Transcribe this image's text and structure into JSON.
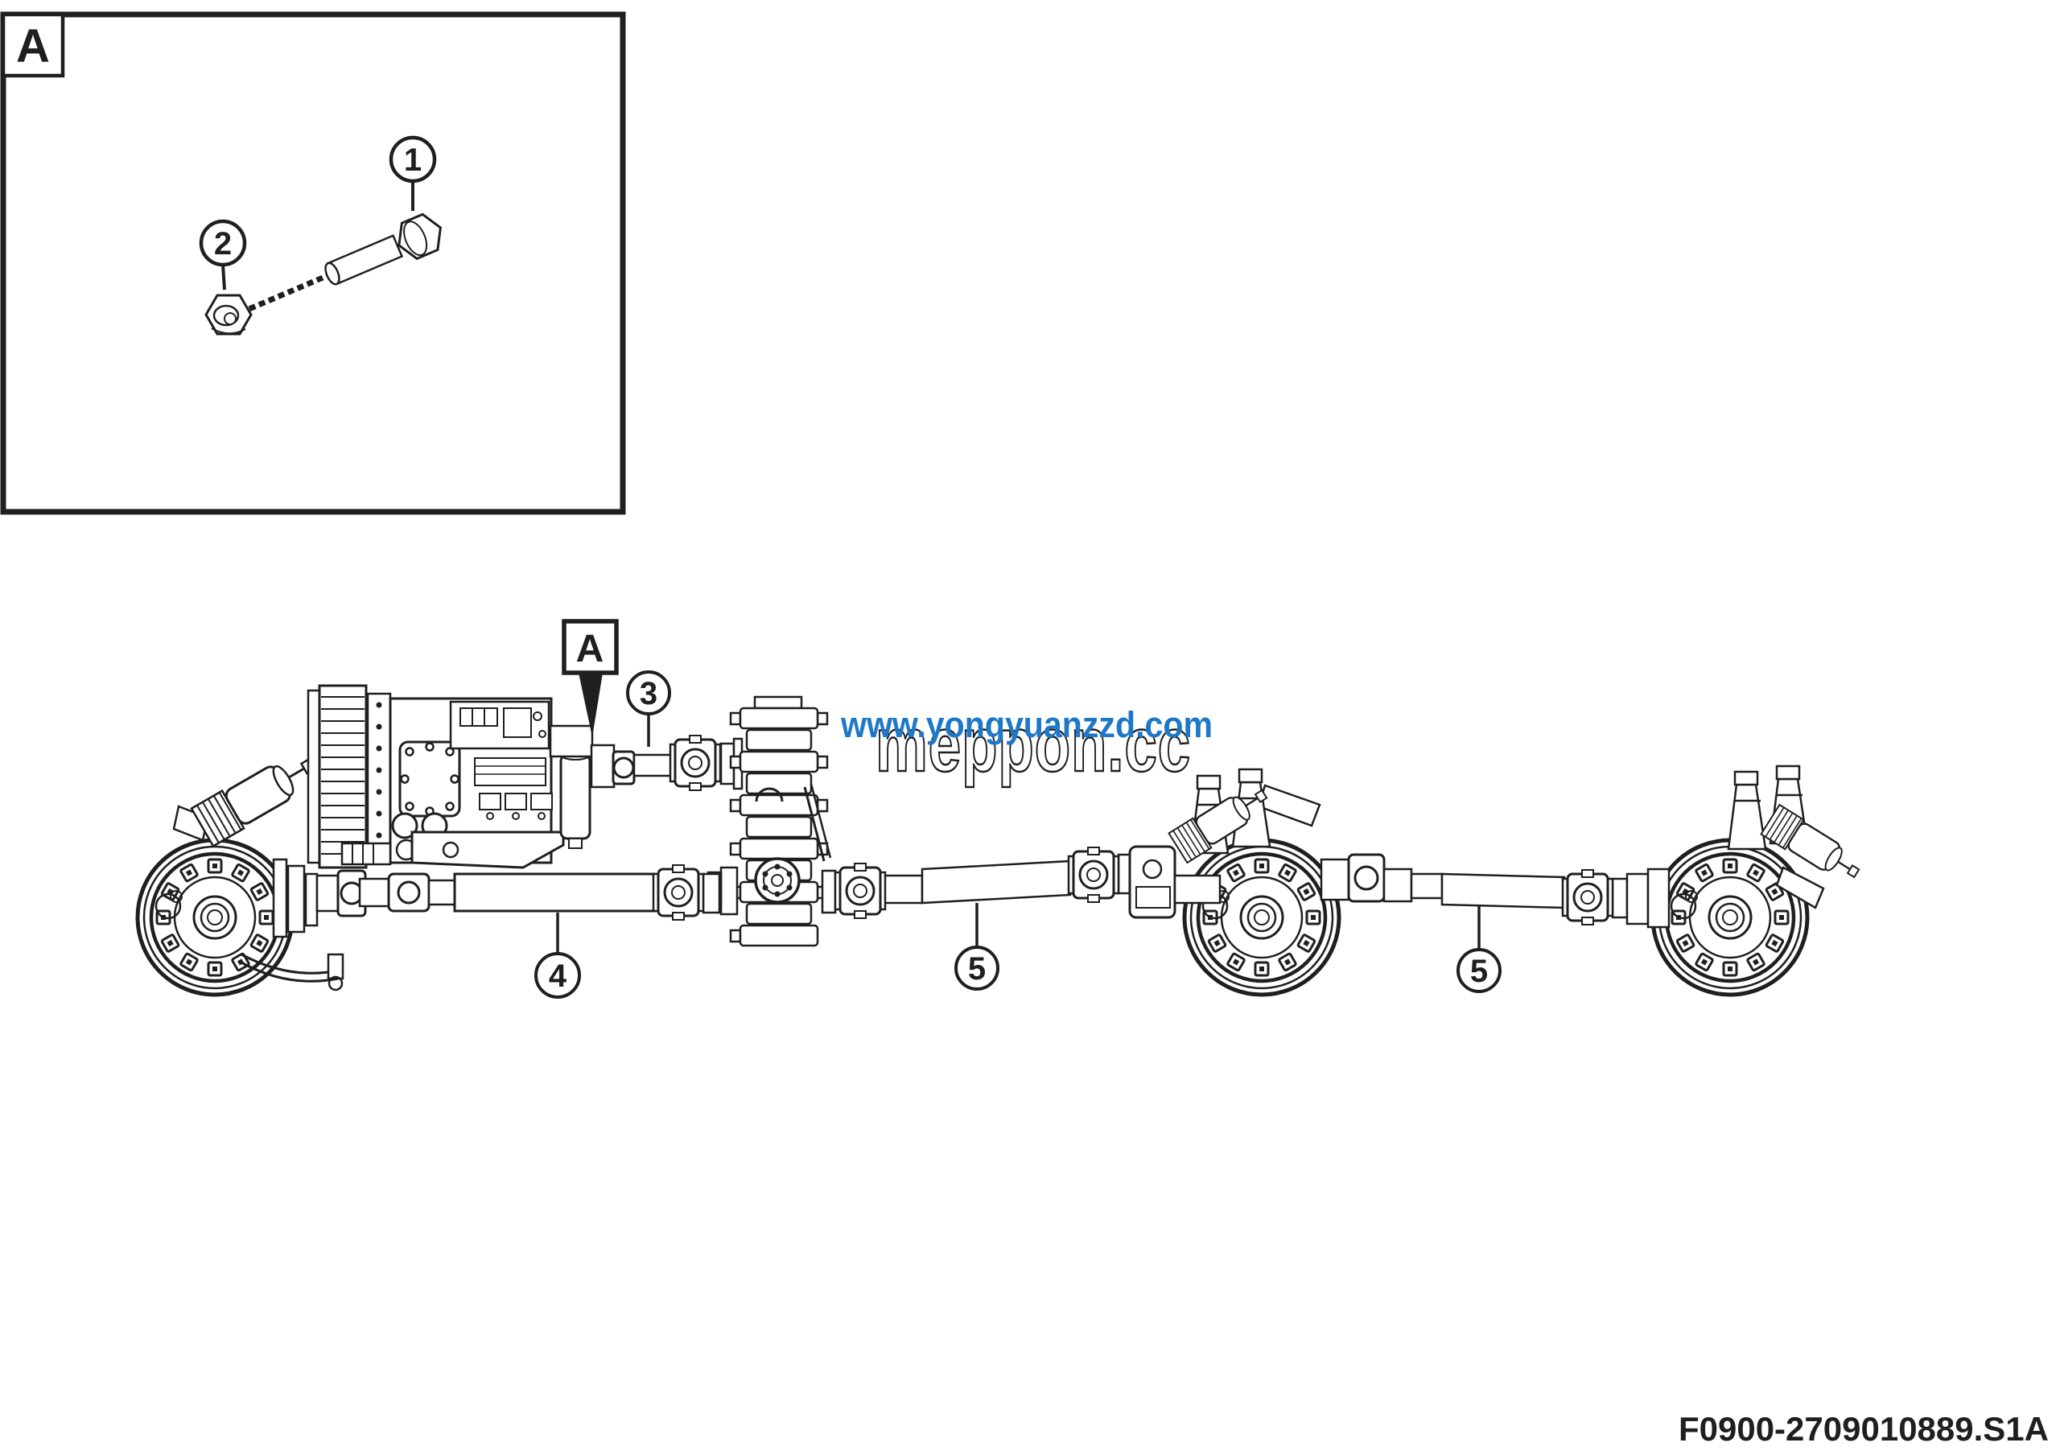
{
  "inset": {
    "view_label": "A",
    "callout_bolt": "1",
    "callout_nut": "2"
  },
  "main_view": {
    "detail_ref_label": "A",
    "callout_input_shaft": "3",
    "callout_front_driveshaft": "4",
    "callout_middle_driveshaft": "5",
    "callout_rear_driveshaft": "5"
  },
  "watermark": {
    "site_url": "www.yongyuanzzd.com",
    "brand": "meppon.cc",
    "url_color": "#1e78c8"
  },
  "footer": {
    "figure_code": "F0900-2709010889.S1A"
  },
  "colors": {
    "line": "#1f1f1f"
  }
}
